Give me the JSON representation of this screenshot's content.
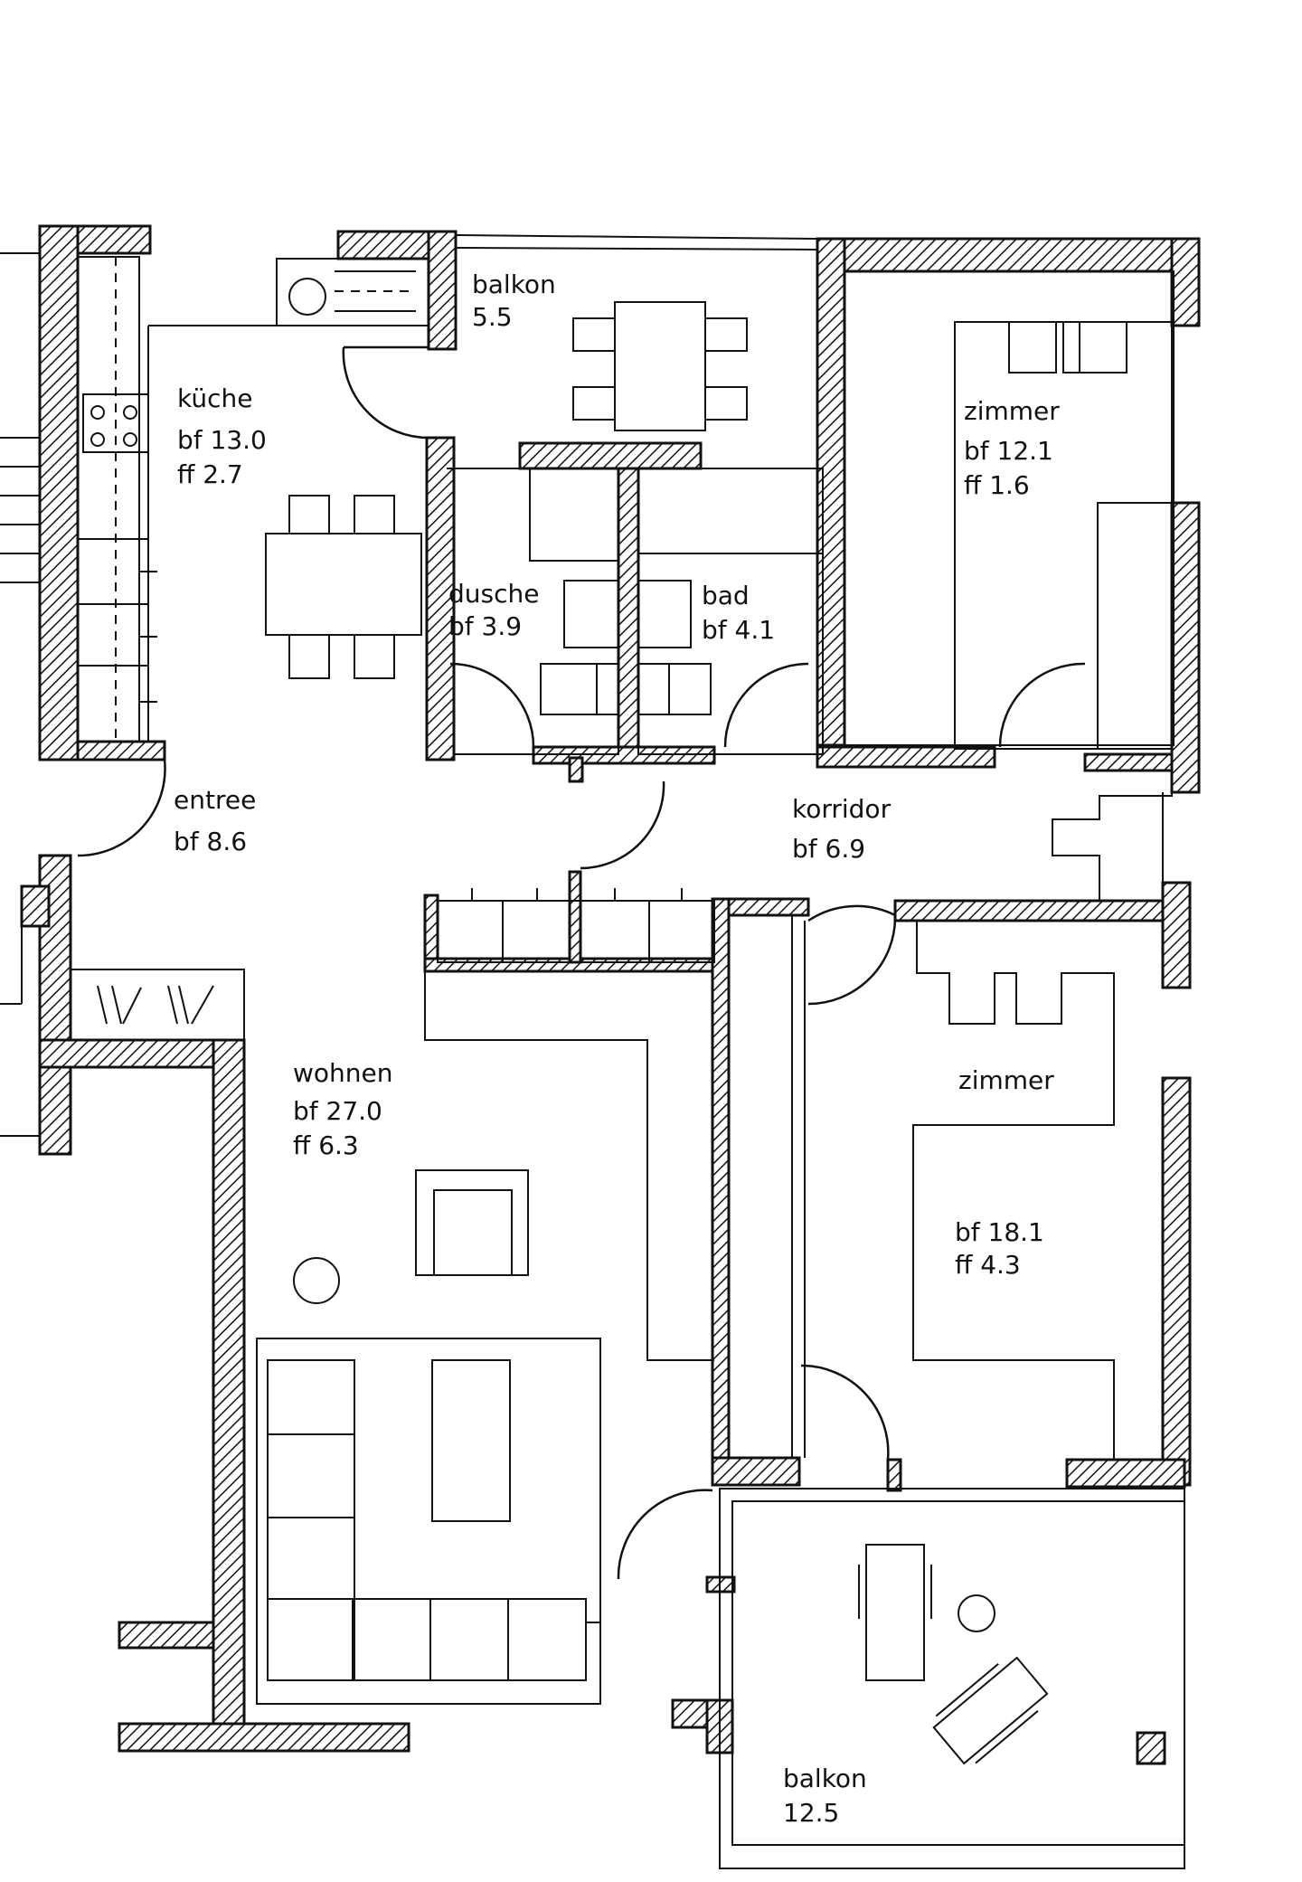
{
  "rooms": {
    "kueche": {
      "name": "küche",
      "bf": "bf 13.0",
      "ff": "ff  2.7"
    },
    "balkon_top": {
      "name": "balkon",
      "area": "5.5"
    },
    "zimmer_top": {
      "name": "zimmer",
      "bf": "bf  12.1",
      "ff": "ff   1.6"
    },
    "dusche": {
      "name": "dusche",
      "bf": "bf 3.9"
    },
    "bad": {
      "name": "bad",
      "bf": "bf  4.1"
    },
    "entree": {
      "name": "entree",
      "bf": "bf  8.6"
    },
    "korridor": {
      "name": "korridor",
      "bf": "bf 6.9"
    },
    "wohnen": {
      "name": "wohnen",
      "bf": "bf  27.0",
      "ff": "ff   6.3"
    },
    "zimmer_bottom": {
      "name": "zimmer",
      "bf": "bf  18.1",
      "ff": "ff   4.3"
    },
    "balkon_bottom": {
      "name": "balkon",
      "area": "12.5"
    }
  }
}
